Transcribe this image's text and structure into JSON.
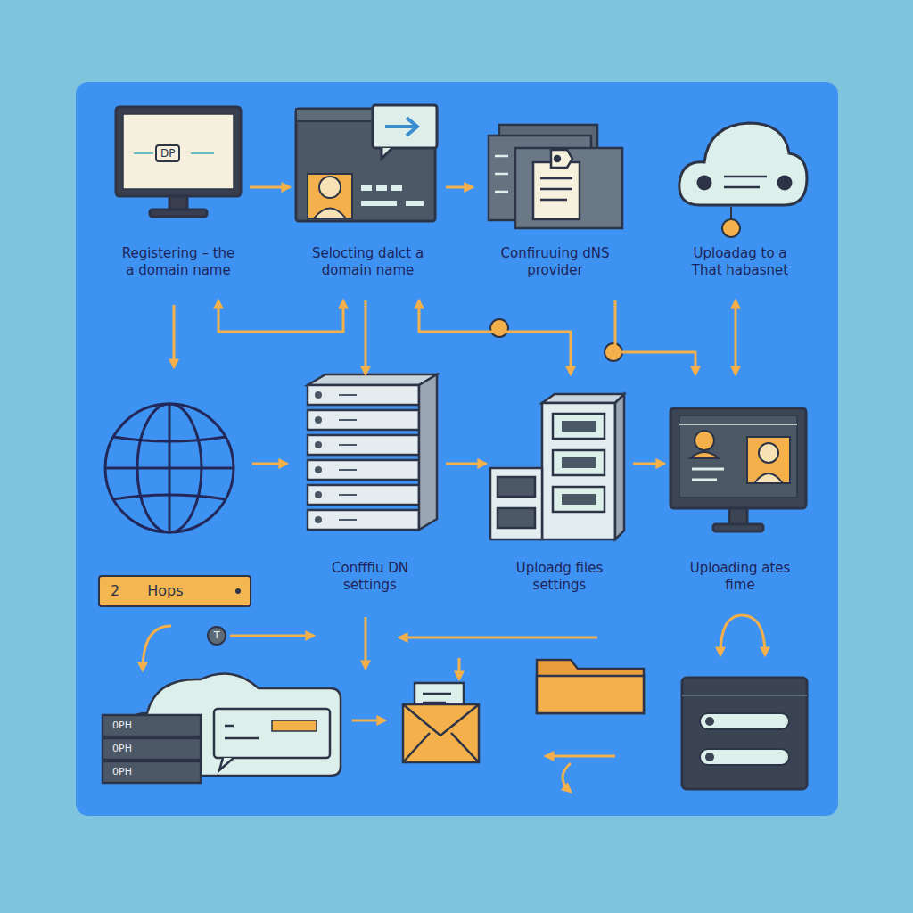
{
  "diagram": {
    "nodes": [
      {
        "text": [
          "Registering – the a domain name"
        ]
      },
      {
        "text": [
          "Selocting dalct a domain name"
        ]
      },
      {
        "text": [
          "Confiruuing dNS provider"
        ]
      },
      {
        "text": [
          "Uploadag to a That habasnet"
        ]
      },
      {
        "text": [
          "Confffiu DN settings"
        ]
      },
      {
        "text": [
          "Uploadg files settings"
        ]
      },
      {
        "text": [
          "Uploading ates fime"
        ]
      },
      {
        "text": [
          "2 Hops"
        ]
      }
    ],
    "edges": [
      {
        "from": 0,
        "to": 1,
        "arrow": "to"
      },
      {
        "from": 1,
        "to": 2,
        "arrow": "to"
      },
      {
        "from": 0,
        "to": 1,
        "arrow": "both"
      },
      {
        "from": 1,
        "to": 4,
        "arrow": "to"
      },
      {
        "from": 1,
        "to": 5,
        "arrow": "both"
      },
      {
        "from": 2,
        "to": 6,
        "arrow": "to"
      },
      {
        "from": 3,
        "to": 6,
        "arrow": "both"
      },
      {
        "from": 4,
        "to": 5,
        "arrow": "to"
      },
      {
        "from": 5,
        "to": 6,
        "arrow": "to"
      }
    ],
    "labels": [
      "DP",
      "0PH",
      "0PH",
      "0PH",
      "T"
    ]
  }
}
